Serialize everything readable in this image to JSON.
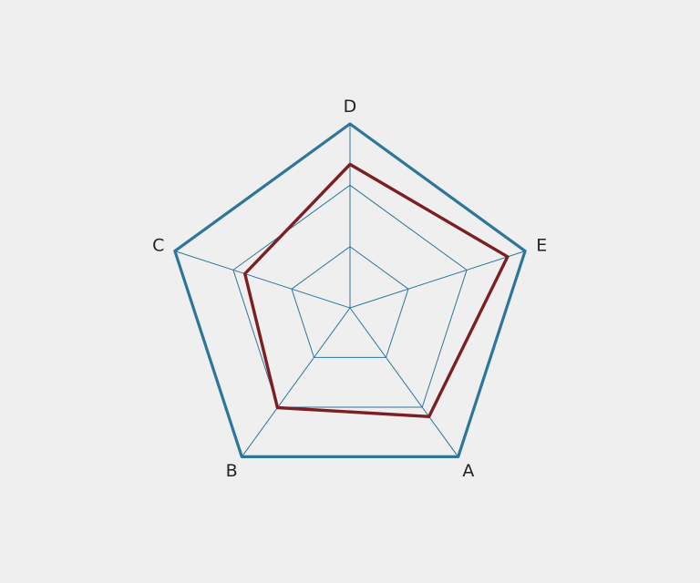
{
  "chart_data": {
    "type": "radar",
    "categories": [
      "A",
      "B",
      "C",
      "D",
      "E"
    ],
    "range": [
      0,
      1
    ],
    "grid_levels": [
      0.333,
      0.667,
      1.0
    ],
    "series": [
      {
        "values": [
          0.73,
          0.67,
          0.6,
          0.78,
          0.9
        ],
        "color": "#7a1f22"
      }
    ],
    "colors": {
      "frame": "#2e7699",
      "grid": "#2e7699",
      "background": "#efefef",
      "text": "#222222"
    }
  }
}
